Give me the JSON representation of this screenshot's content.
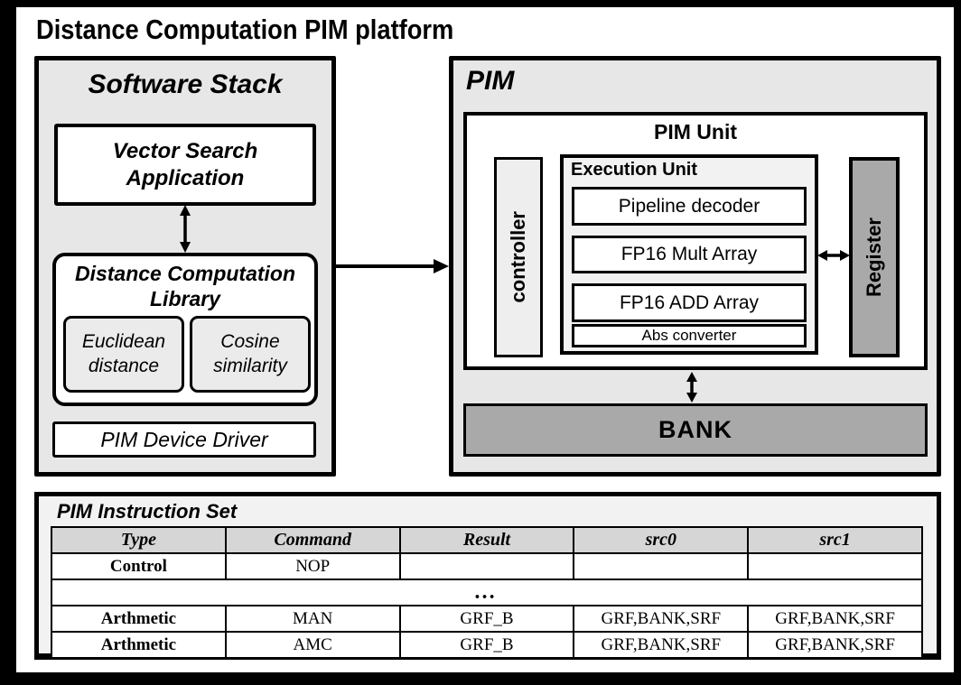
{
  "title": "Distance Computation PIM platform",
  "software_stack": {
    "title": "Software Stack",
    "vector_search_app": "Vector Search\nApplication",
    "library": {
      "title": "Distance Computation\nLibrary",
      "euclidean": "Euclidean\ndistance",
      "cosine": "Cosine\nsimilarity"
    },
    "device_driver": "PIM Device Driver"
  },
  "pim": {
    "title": "PIM",
    "unit": {
      "title": "PIM Unit",
      "controller": "controller",
      "execution_unit": {
        "title": "Execution Unit",
        "blocks": [
          "Pipeline decoder",
          "FP16 Mult Array",
          "FP16 ADD Array",
          "Abs converter"
        ]
      },
      "register": "Register"
    },
    "bank": "BANK"
  },
  "instruction_set": {
    "title": "PIM Instruction Set",
    "columns": [
      "Type",
      "Command",
      "Result",
      "src0",
      "src1"
    ],
    "rows": [
      {
        "cells": [
          "Control",
          "NOP",
          "",
          "",
          ""
        ]
      },
      {
        "ellipsis": "…"
      },
      {
        "cells": [
          "Arthmetic",
          "MAN",
          "GRF_B",
          "GRF,BANK,SRF",
          "GRF,BANK,SRF"
        ]
      },
      {
        "cells": [
          "Arthmetic",
          "AMC",
          "GRF_B",
          "GRF,BANK,SRF",
          "GRF,BANK,SRF"
        ]
      }
    ]
  },
  "colors": {
    "frame": "#000000",
    "page": "#ffffff",
    "container_gray": "#e7e7e7",
    "panel_light_gray": "#f2f2f2",
    "dark_block_gray": "#a9a9a9",
    "table_header_gray": "#d6d6d6"
  }
}
